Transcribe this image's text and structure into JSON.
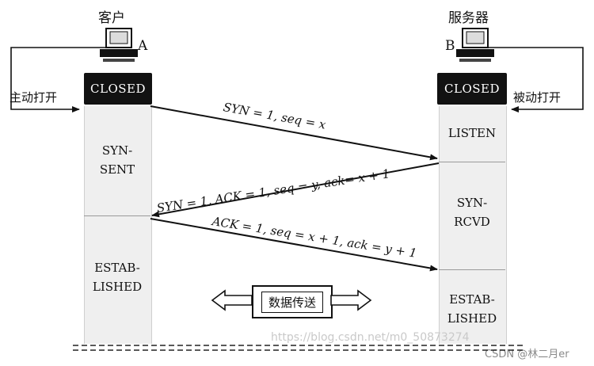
{
  "client": {
    "title": "客户",
    "host_label": "A"
  },
  "server": {
    "title": "服务器",
    "host_label": "B"
  },
  "client_states": {
    "closed": "CLOSED",
    "syn_sent": "SYN-\nSENT",
    "established": "ESTAB-\nLISHED"
  },
  "server_states": {
    "closed": "CLOSED",
    "listen": "LISTEN",
    "syn_rcvd": "SYN-\nRCVD",
    "established": "ESTAB-\nLISHED"
  },
  "labels": {
    "active_open": "主动打开",
    "passive_open": "被动打开"
  },
  "messages": {
    "syn": "SYN = 1, seq = x",
    "syn_ack": "SYN = 1, ACK = 1, seq = y, ack= x + 1",
    "ack": "ACK = 1, seq = x + 1, ack = y + 1"
  },
  "data_transfer": "数据传送",
  "watermark": {
    "url_text": "https://blog.csdn.net/m0_50873274",
    "credit": "CSDN @林二月er"
  }
}
